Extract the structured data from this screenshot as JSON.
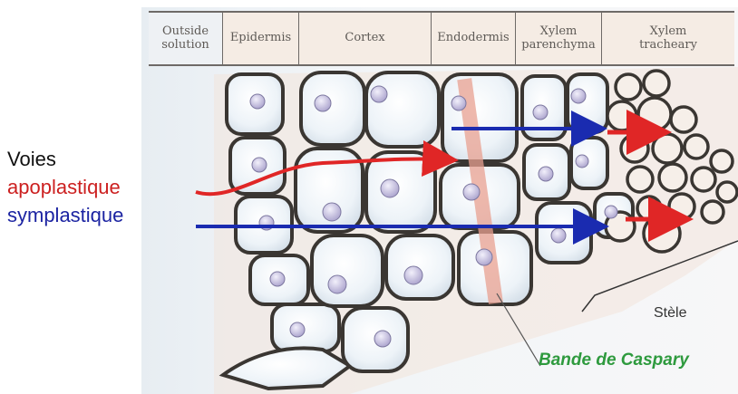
{
  "header": {
    "columns": [
      {
        "label": "Outside\nsolution"
      },
      {
        "label": "Epidermis"
      },
      {
        "label": "Cortex"
      },
      {
        "label": "Endodermis"
      },
      {
        "label": "Xylem\nparenchyma"
      },
      {
        "label": "Xylem\ntracheary"
      }
    ]
  },
  "pathways": {
    "title": "Voies",
    "apoplastic": "apoplastique",
    "symplastic": "symplastique"
  },
  "annotations": {
    "stele": "Stèle",
    "caspary": "Bande de Caspary"
  },
  "colors": {
    "apoplastic_arrow": "#e02626",
    "symplastic_arrow": "#1a2bb0",
    "caspary_band": "#e8a090",
    "caspary_text": "#2e9a3e",
    "header_fill": "#f5ece4",
    "cell_wall": "#3a3632",
    "cell_fill": "#eef4f9",
    "nucleus": "#b9b2d6"
  }
}
